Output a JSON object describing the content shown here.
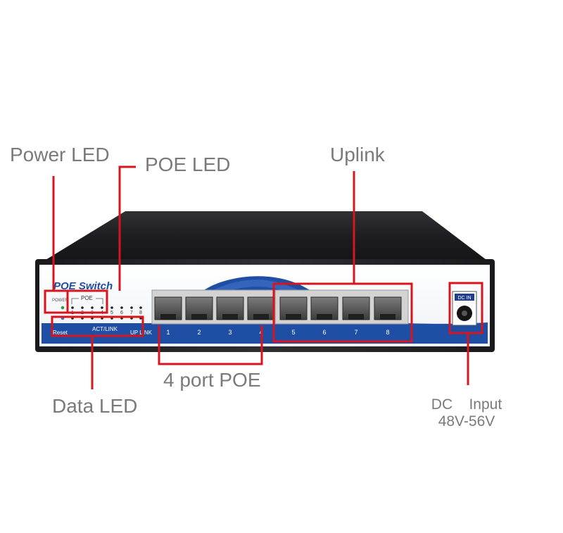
{
  "callouts": {
    "power_led": "Power LED",
    "poe_led": "POE LED",
    "uplink": "Uplink",
    "data_led": "Data LED",
    "port_poe": "4 port POE",
    "dc_input_line1": "DC    Input",
    "dc_input_line2": "48V-56V"
  },
  "panel": {
    "brand": "POE  Switch",
    "power_label": "POWER",
    "poe_label": "POE",
    "act_link_label": "ACT/LINK",
    "reset_label": "Reset",
    "uplink_label": "UP LINK",
    "dc_in_label": "DC IN",
    "led_numbers": [
      "1",
      "2",
      "3",
      "4",
      "5",
      "6",
      "7",
      "8"
    ],
    "port_numbers": [
      "1",
      "2",
      "3",
      "4",
      "5",
      "6",
      "7",
      "8"
    ]
  },
  "colors": {
    "callout_line": "#d8141c",
    "panel_blue": "#1f4fa5",
    "label_text": "#7a7a7a"
  }
}
